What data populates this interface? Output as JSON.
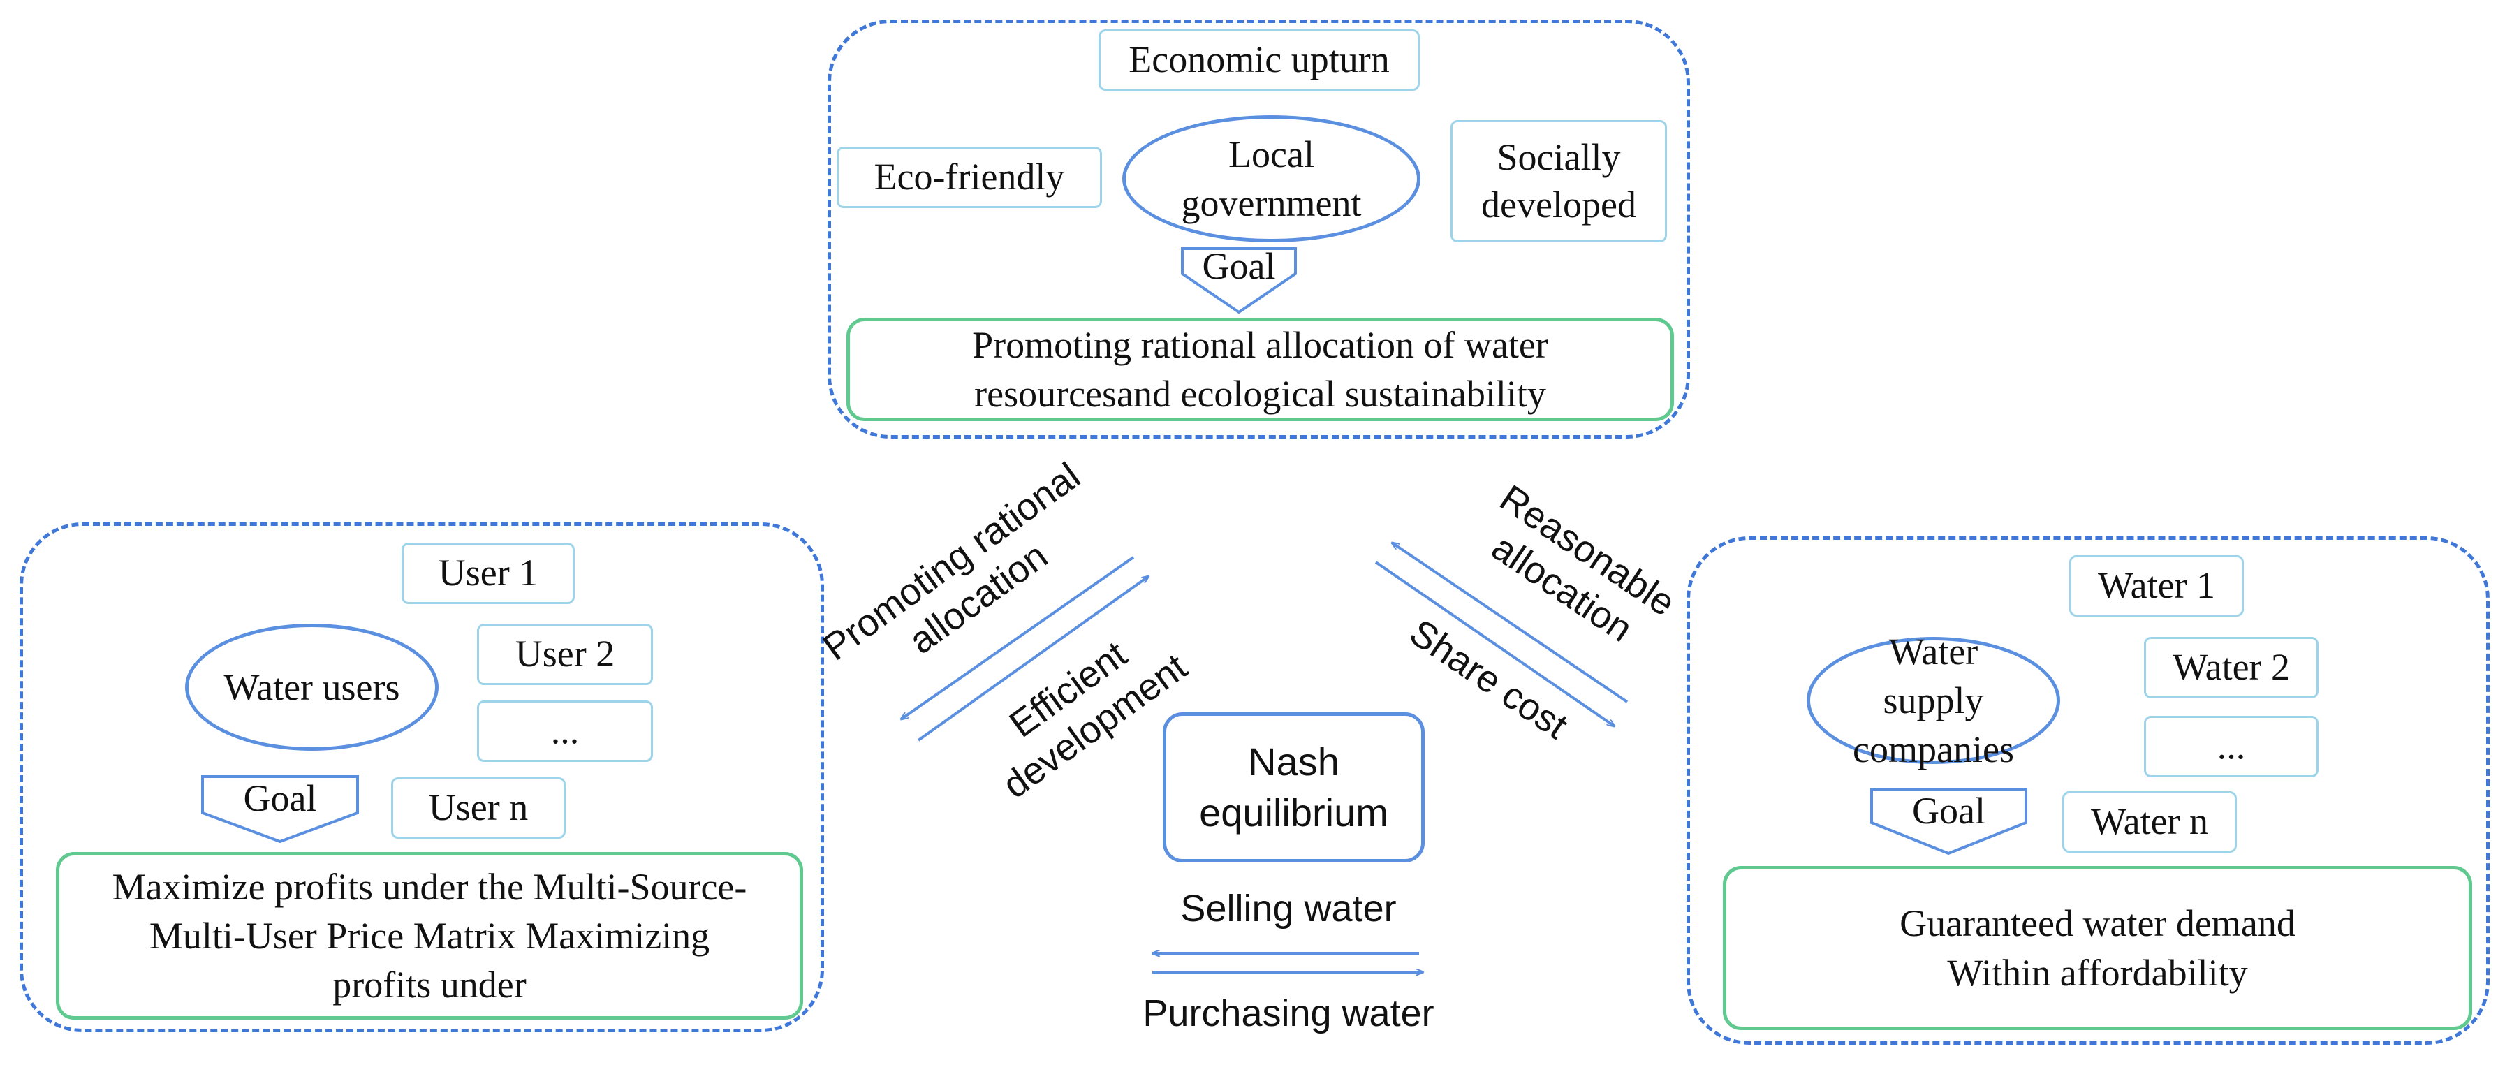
{
  "government": {
    "oval": "Local government",
    "top": "Economic upturn",
    "left": "Eco-friendly",
    "right": "Socially developed",
    "goal": "Goal",
    "objective_line1": "Promoting rational allocation of water",
    "objective_line2": "resourcesand ecological sustainability"
  },
  "users": {
    "oval": "Water users",
    "items": [
      "User 1",
      "User 2",
      "...",
      "User n"
    ],
    "goal": "Goal",
    "objective_line1": "Maximize profits under the Multi-Source-",
    "objective_line2": "Multi-User Price Matrix Maximizing",
    "objective_line3": "profits under"
  },
  "suppliers": {
    "oval": "Water supply companies",
    "items": [
      "Water 1",
      "Water 2",
      "...",
      "Water n"
    ],
    "goal": "Goal",
    "objective_line1": "Guaranteed water demand",
    "objective_line2": "Within affordability"
  },
  "center": {
    "nash_line1": "Nash",
    "nash_line2": "equilibrium"
  },
  "relations": {
    "gov_to_users_line1": "Promoting rational",
    "gov_to_users_line2": "allocation",
    "users_to_gov_line1": "Efficient",
    "users_to_gov_line2": "development",
    "gov_to_suppliers_line1": "Reasonable",
    "gov_to_suppliers_line2": "allocation",
    "suppliers_to_gov": "Share cost",
    "selling": "Selling water",
    "purchasing": "Purchasing water"
  },
  "colors": {
    "dashed_border": "#3f78d8",
    "label_border": "#9dd4ea",
    "oval_border": "#5b8fe0",
    "objective_border": "#5fc98f",
    "arrow": "#5b8fe0"
  }
}
